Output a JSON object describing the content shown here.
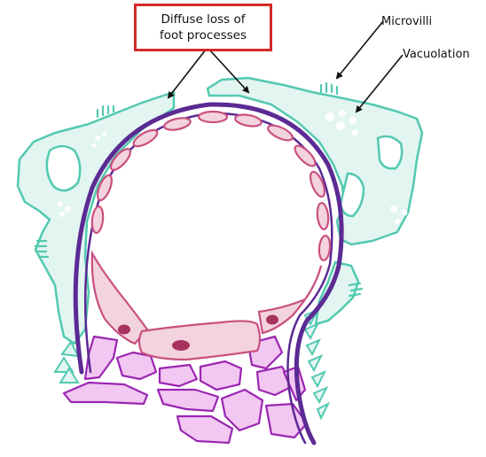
{
  "labels": {
    "callout_line1": "Diffuse loss of",
    "callout_line2": "foot processes",
    "microvilli": "Microvilli",
    "vacuolation": "Vacuolation"
  },
  "colors": {
    "podocyte_fill": "#e2f5f1",
    "podocyte_stroke": "#52c9b0",
    "gbm_stroke": "#5b2a93",
    "endothelium_fill": "#f3d3de",
    "endothelium_stroke": "#c94f80",
    "nucleus": "#a8325f",
    "mesangium_fill": "#f2c7f2",
    "mesangium_stroke": "#9b26b2",
    "callout_border": "#d42a2a"
  }
}
